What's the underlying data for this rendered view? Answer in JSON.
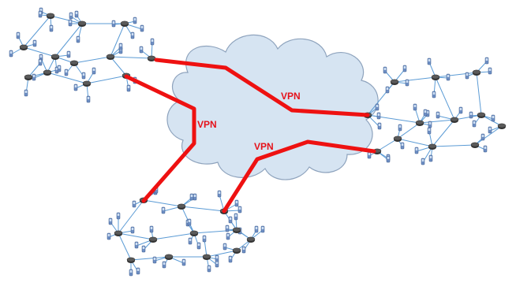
{
  "diagram": {
    "labels": [
      "VPN",
      "VPN",
      "VPN"
    ],
    "colors": {
      "cloud_fill": "#d6e4f2",
      "cloud_stroke": "#8ea3bd",
      "vpn_line": "#ee1111",
      "vpn_text": "#e5121b",
      "link": "#5b9bd5",
      "router": "#5a5a5a",
      "device": "#6e8fc4"
    },
    "clusters": [
      "top-left-network",
      "right-network",
      "bottom-network"
    ],
    "icons": [
      "cloud-icon",
      "router-icon",
      "device-icon"
    ]
  }
}
